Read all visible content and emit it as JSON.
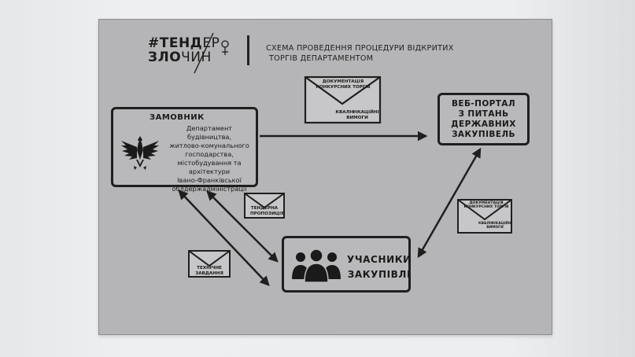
{
  "header": {
    "logo_line1_bold": "#ТЕНД",
    "logo_line1_light": "ЕР",
    "logo_line2_bold": "ЗЛО",
    "logo_line2_light": "ЧИН",
    "title_line1": "СХЕМА ПРОВЕДЕННЯ ПРОЦЕДУРИ ВІДКРИТИХ",
    "title_line2": "ТОРГІВ ДЕПАРТАМЕНТОМ"
  },
  "customer": {
    "title": "ЗАМОВНИК",
    "lines": [
      "Департамент будівництва,",
      "житлово-комунального",
      "господарства,",
      "містобудування та",
      "архітектури",
      "Івано-Франківської",
      "облдержадміністрації"
    ],
    "emblem_icon": "eagle-icon"
  },
  "portal": {
    "lines": [
      "ВЕБ-ПОРТАЛ",
      "З ПИТАНЬ",
      "ДЕРЖАВНИХ",
      "ЗАКУПІВЕЛЬ"
    ]
  },
  "participants": {
    "lines": [
      "УЧАСНИКИ",
      "ЗАКУПІВЛІ"
    ],
    "icon": "people-group-icon"
  },
  "envelopes": {
    "top_doc_line1": "ДОКУМЕНТАЦІЯ",
    "top_doc_line2": "КОНКУРСНИХ ТОРГІВ",
    "top_req_line1": "КВАЛІФІКАЦІЙНІ",
    "top_req_line2": "ВИМОГИ",
    "right_doc_line1": "ДОКУМЕНТАЦІЯ",
    "right_doc_line2": "КОНКУРСНИХ ТОРГІВ",
    "right_req_line1": "КВАЛІФІКАЦІЙНІ",
    "right_req_line2": "ВИМОГИ",
    "tender_line1": "ТЕНДЕРНА",
    "tender_line2": "ПРОПОЗИЦІЯ",
    "tech_line1": "ТЕХНІЧНЕ",
    "tech_line2": "ЗАВДАННЯ"
  },
  "colors": {
    "sheet": "#b5b5b7",
    "ink": "#1f1f1f",
    "background": "#eceef0"
  }
}
